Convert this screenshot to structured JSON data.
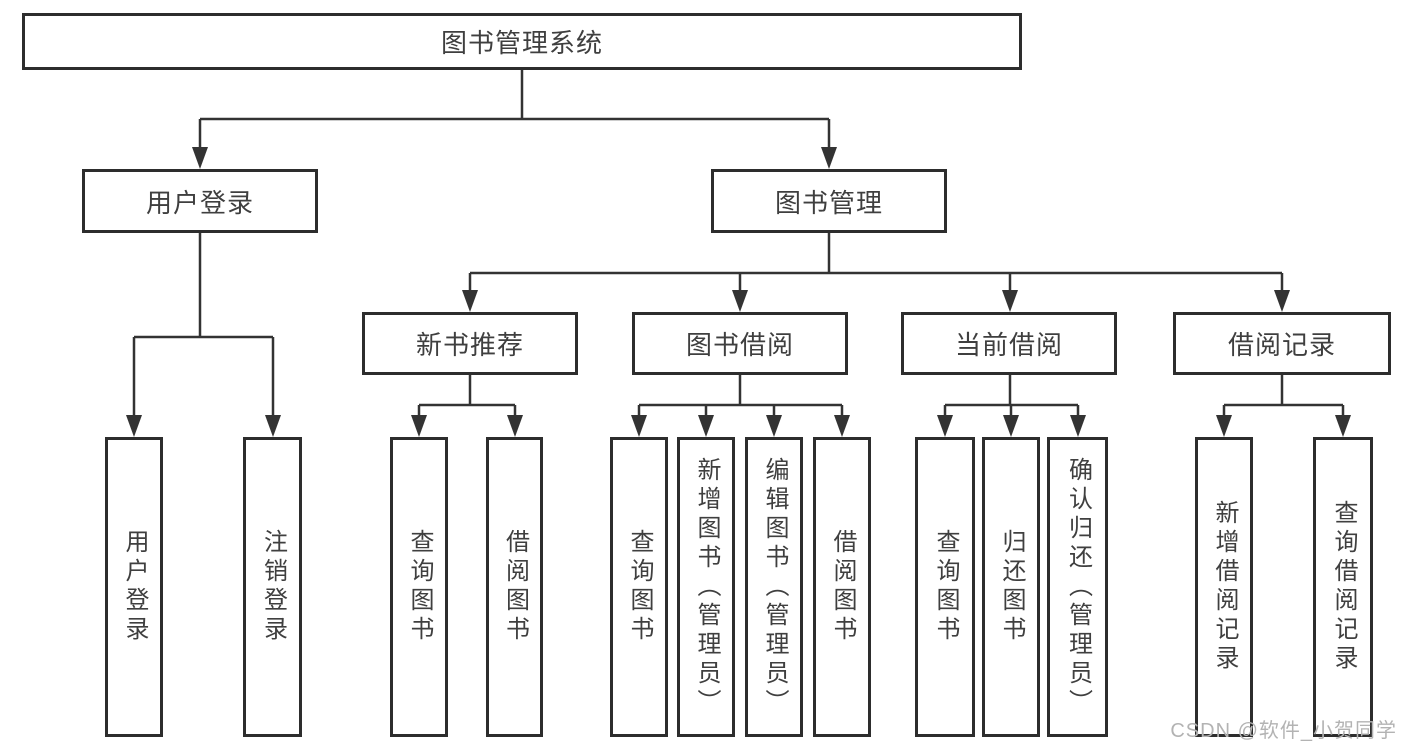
{
  "colors": {
    "line": "#333333",
    "box_border": "#2d2d2d",
    "text": "#3f3f3f",
    "watermark": "#b3b3b3",
    "background": "#ffffff"
  },
  "tree": {
    "root": {
      "label": "图书管理系统",
      "children": [
        {
          "label": "用户登录",
          "children": [
            {
              "label": "用户登录"
            },
            {
              "label": "注销登录"
            }
          ]
        },
        {
          "label": "图书管理",
          "children": [
            {
              "label": "新书推荐",
              "children": [
                {
                  "label": "查询图书"
                },
                {
                  "label": "借阅图书"
                }
              ]
            },
            {
              "label": "图书借阅",
              "children": [
                {
                  "label": "查询图书"
                },
                {
                  "label": "新增图书（管理员）"
                },
                {
                  "label": "编辑图书（管理员）"
                },
                {
                  "label": "借阅图书"
                }
              ]
            },
            {
              "label": "当前借阅",
              "children": [
                {
                  "label": "查询图书"
                },
                {
                  "label": "归还图书"
                },
                {
                  "label": "确认归还（管理员）"
                }
              ]
            },
            {
              "label": "借阅记录",
              "children": [
                {
                  "label": "新增借阅记录"
                },
                {
                  "label": "查询借阅记录"
                }
              ]
            }
          ]
        }
      ]
    }
  },
  "watermark": {
    "text": "CSDN @软件_小贺同学"
  }
}
